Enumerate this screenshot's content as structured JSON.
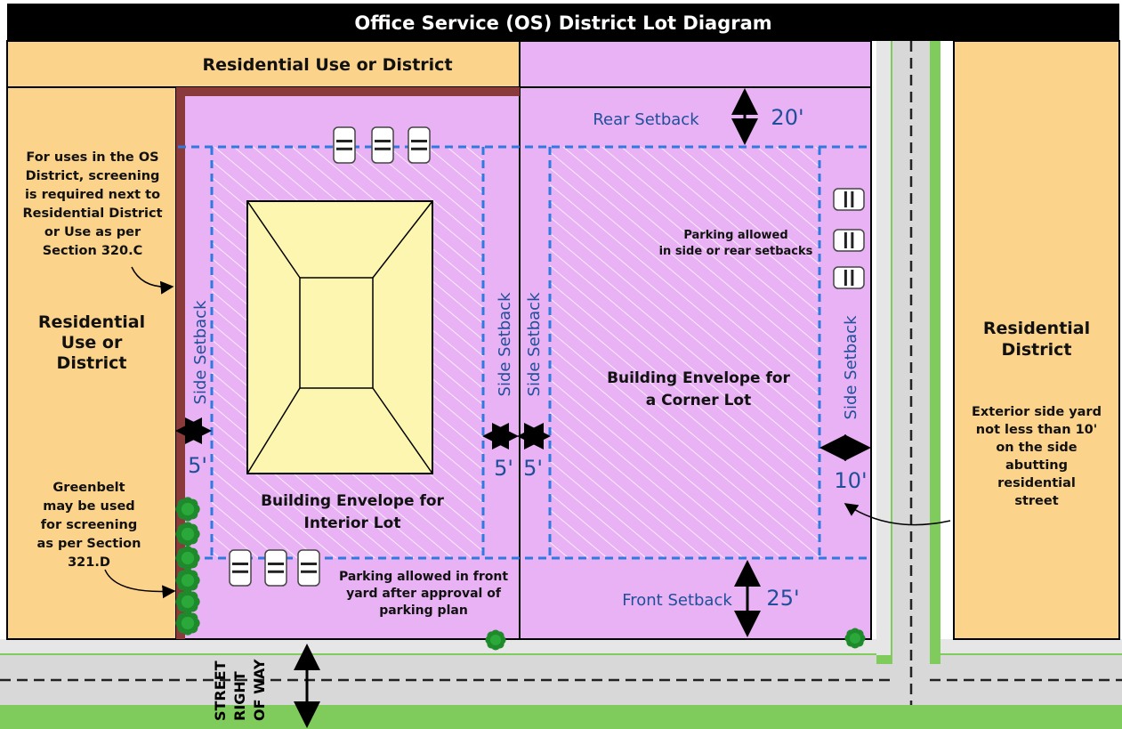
{
  "title": "Office Service (OS) District Lot Diagram",
  "labels": {
    "residential_top": "Residential Use or District",
    "residential_left": [
      "Residential",
      "Use or",
      "District"
    ],
    "residential_right": [
      "Residential",
      "District"
    ],
    "screening_note": [
      "For uses in the OS",
      "District, screening",
      "is required next to",
      "Residential District",
      "or Use as per",
      "Section 320.C"
    ],
    "greenbelt_note": [
      "Greenbelt",
      "may be used",
      "for screening",
      "as per Section",
      "321.D"
    ],
    "exterior_note": [
      "Exterior side yard",
      "not less than 10'",
      "on the side",
      "abutting",
      "residential",
      "street"
    ],
    "parking_side_rear": [
      "Parking allowed",
      "in side or rear setbacks"
    ],
    "parking_front": [
      "Parking allowed in front",
      "yard after approval of",
      "parking plan"
    ],
    "interior_envelope": [
      "Building Envelope for",
      "Interior Lot"
    ],
    "corner_envelope": [
      "Building Envelope for",
      "a Corner Lot"
    ],
    "rear_setback": "Rear Setback",
    "front_setback": "Front Setback",
    "side_setback": "Side Setback",
    "street_row": [
      "STREET",
      "RIGHT",
      "OF WAY"
    ]
  },
  "dimensions": {
    "rear": "20'",
    "front": "25'",
    "left_side": "5'",
    "mid_left": "5'",
    "mid_right": "5'",
    "right_side": "10'"
  },
  "colors": {
    "residential": "#fcd38a",
    "lot": "#e8b2f4",
    "building": "#fdf6b0",
    "setback_line": "#2e7ae0",
    "label_blue": "#1f4f9a",
    "grass": "#7fcc5c",
    "road": "#d8d8d8",
    "screen_wall": "#8a3a3a"
  }
}
